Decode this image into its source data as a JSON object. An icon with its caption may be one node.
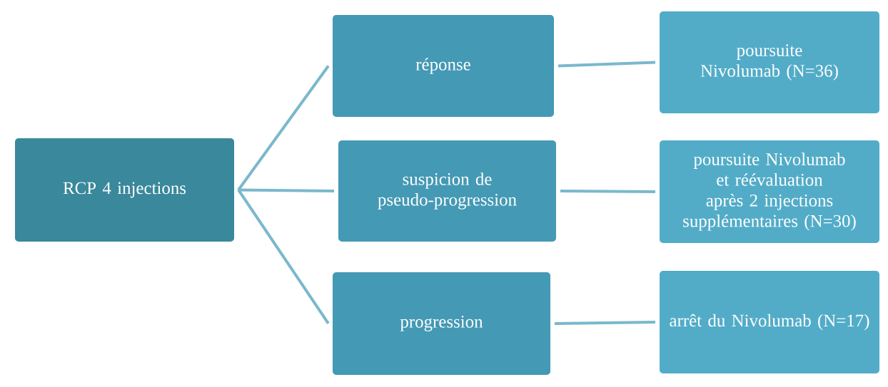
{
  "diagram": {
    "nodes": [
      {
        "text": [
          "RCP 4 injections"
        ]
      },
      {
        "text": [
          "réponse"
        ]
      },
      {
        "text": [
          "suspicion de pseudo-progression"
        ]
      },
      {
        "text": [
          "progression"
        ]
      },
      {
        "text": [
          "poursuite Nivolumab (N=36)"
        ]
      },
      {
        "text": [
          "poursuite Nivolumab et réévaluation après 2 injections supplémentaires (N=30)"
        ]
      },
      {
        "text": [
          "arrêt du Nivolumab (N=17)"
        ]
      }
    ],
    "edges": [
      {
        "from": 0,
        "to": 1,
        "arrow": "none"
      },
      {
        "from": 0,
        "to": 2,
        "arrow": "none"
      },
      {
        "from": 0,
        "to": 3,
        "arrow": "none"
      },
      {
        "from": 1,
        "to": 4,
        "arrow": "none"
      },
      {
        "from": 2,
        "to": 5,
        "arrow": "none"
      },
      {
        "from": 3,
        "to": 6,
        "arrow": "none"
      }
    ]
  }
}
